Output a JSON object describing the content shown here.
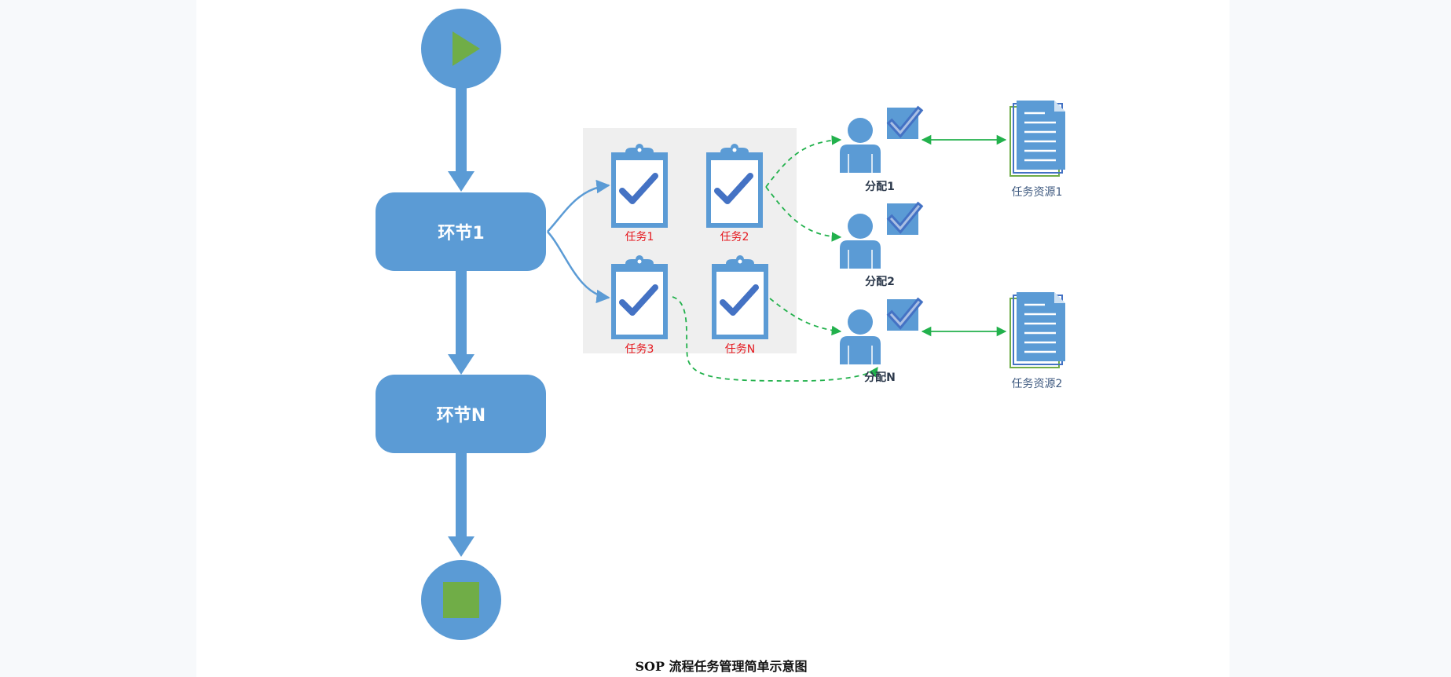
{
  "steps": {
    "step1": "环节1",
    "stepN": "环节N"
  },
  "tasks": {
    "task1": "任务1",
    "task2": "任务2",
    "task3": "任务3",
    "taskN": "任务N"
  },
  "assignments": {
    "a1": "分配1",
    "a2": "分配2",
    "aN": "分配N"
  },
  "resources": {
    "r1": "任务资源1",
    "r2": "任务资源2"
  },
  "caption": "SOP 流程任务管理简单示意图",
  "colors": {
    "flow_blue": "#5b9bd5",
    "check_blue": "#4472c4",
    "green": "#70ad47",
    "dash_green": "#22b14c",
    "task_red": "#e5171d",
    "panel_gray": "#efefef"
  }
}
